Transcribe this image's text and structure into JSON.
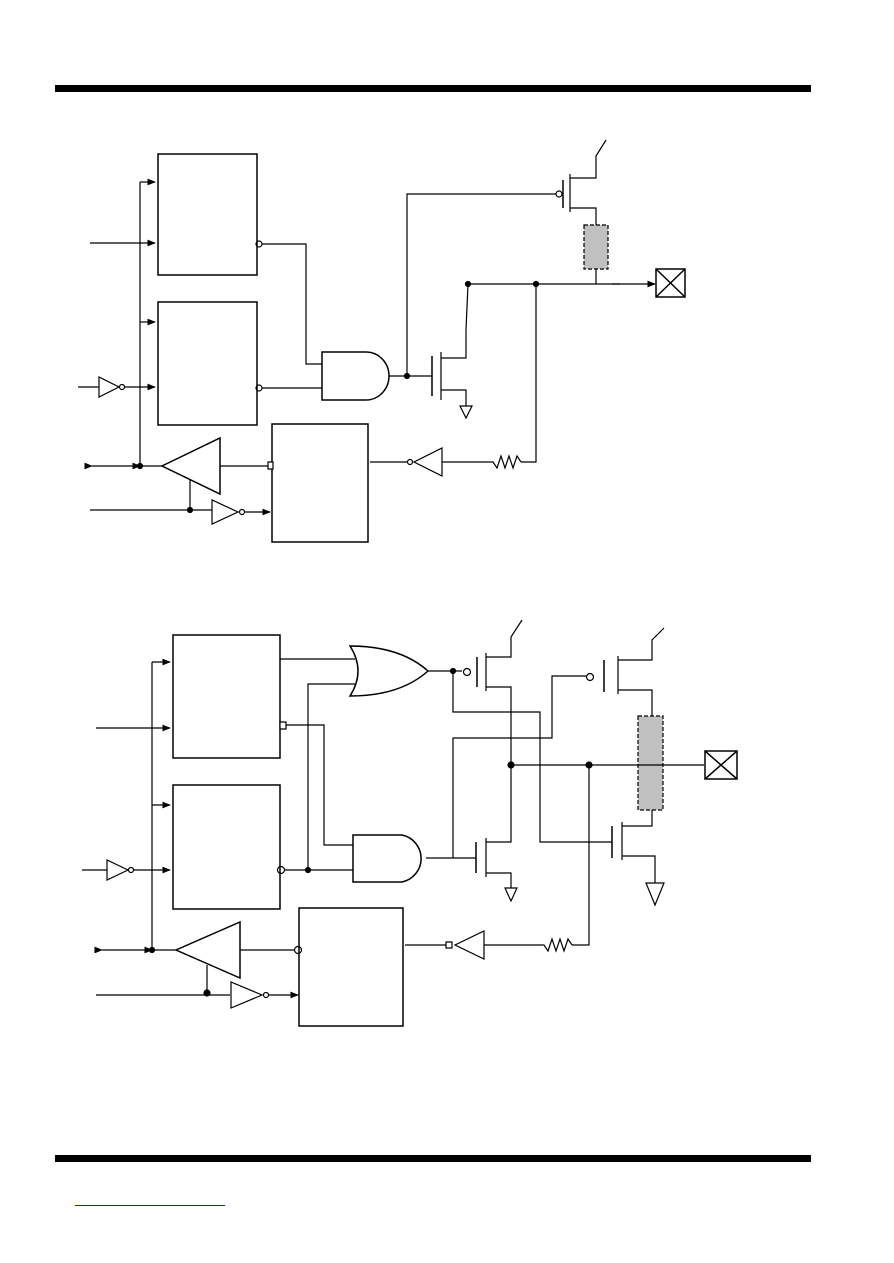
{
  "page": {
    "rule_color": "#000000",
    "link_color": "#1a1aff",
    "footer_link_text": ""
  },
  "diagram_1": {
    "blocks": [
      "register-block-top",
      "register-block-bottom",
      "control-block"
    ],
    "gates": [
      "and-gate"
    ],
    "transistors": [
      "pmos-pullup",
      "nmos-pulldown"
    ],
    "passives": [
      "series-resistor",
      "input-resistor"
    ],
    "io": [
      "io-pin"
    ],
    "colors": {
      "wire": "#000000",
      "resistor_fill": "#c0c0c0"
    }
  },
  "diagram_2": {
    "blocks": [
      "register-block-top",
      "register-block-bottom",
      "control-block"
    ],
    "gates": [
      "or-gate",
      "and-gate"
    ],
    "transistors": [
      "pmos-pullup-a",
      "nmos-pulldown-a",
      "pmos-pullup-b",
      "nmos-pulldown-b"
    ],
    "passives": [
      "series-resistor",
      "input-resistor"
    ],
    "io": [
      "io-pin"
    ],
    "colors": {
      "wire": "#000000",
      "resistor_fill": "#c0c0c0"
    }
  }
}
